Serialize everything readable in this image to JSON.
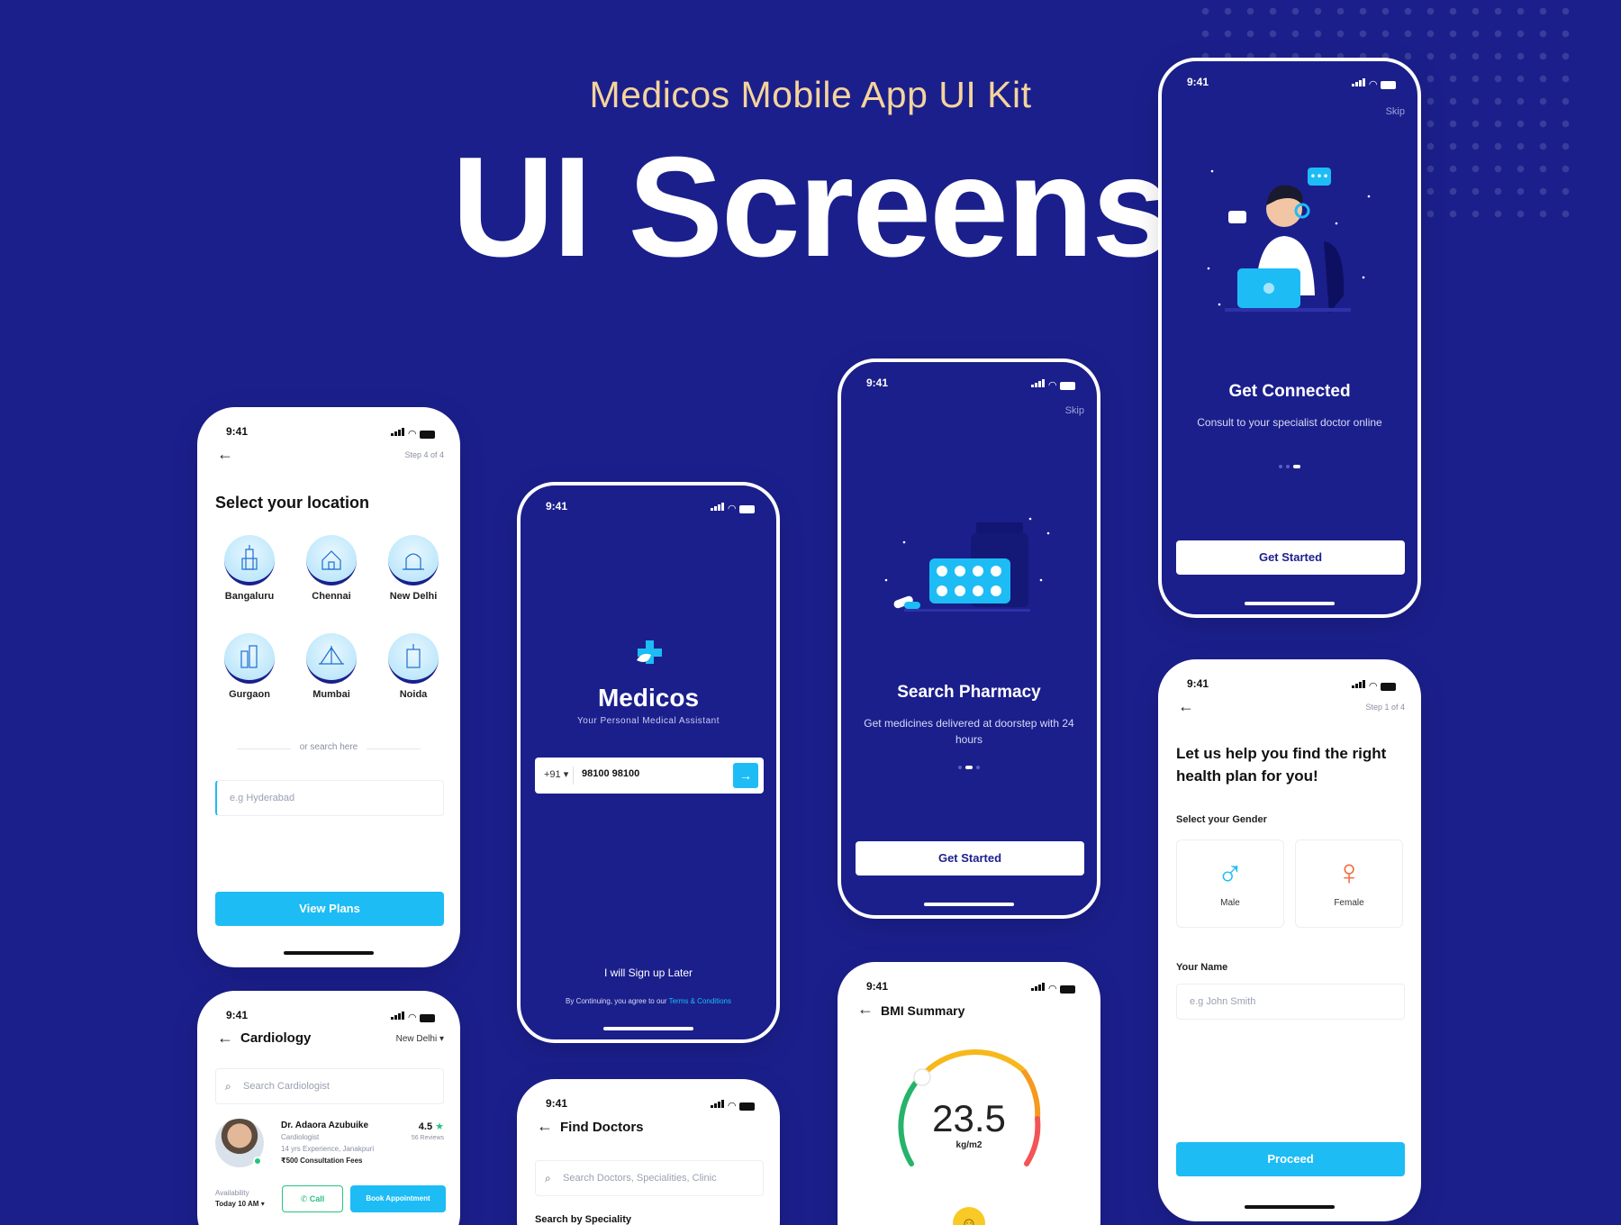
{
  "header": {
    "subtitle": "Medicos Mobile App UI Kit",
    "title": "UI Screens"
  },
  "colors": {
    "background": "#1b1f8c",
    "accent": "#1dbcf5",
    "subtitle": "#f5d49c",
    "male": "#1dbcf5",
    "female": "#f26a3d"
  },
  "status_time": "9:41",
  "location_screen": {
    "step": "Step 4 of 4",
    "heading": "Select your location",
    "cities": [
      "Bangaluru",
      "Chennai",
      "New Delhi",
      "Gurgaon",
      "Mumbai",
      "Noida"
    ],
    "divider_text": "or search here",
    "search_placeholder": "e.g Hyderabad",
    "button": "View Plans"
  },
  "cardiology_screen": {
    "title": "Cardiology",
    "city": "New Delhi",
    "search_placeholder": "Search Cardiologist",
    "doctor": {
      "name": "Dr. Adaora Azubuike",
      "speciality": "Cardiologist",
      "experience": "14 yrs Experience, Janakpuri",
      "fees": "₹500 Consultation Fees",
      "rating": "4.5",
      "reviews": "56 Reviews",
      "availability_label": "Availability",
      "availability_value": "Today 10 AM"
    },
    "call_button": "Call",
    "book_button": "Book Appointment"
  },
  "login_screen": {
    "brand": "Medicos",
    "tagline": "Your Personal Medical Assistant",
    "country_code": "+91",
    "phone": "98100 98100",
    "later": "I will Sign up Later",
    "terms_prefix": "By Continuing, you agree to our ",
    "terms_link": "Terms & Conditions"
  },
  "find_doctors_screen": {
    "title": "Find Doctors",
    "search_placeholder": "Search Doctors, Specialities, Clinic",
    "section": "Search by Speciality"
  },
  "pharmacy_screen": {
    "skip": "Skip",
    "heading": "Search Pharmacy",
    "body": "Get medicines delivered at doorstep with 24 hours",
    "button": "Get Started"
  },
  "bmi_screen": {
    "title": "BMI Summary",
    "value": "23.5",
    "unit": "kg/m2"
  },
  "connected_screen": {
    "skip": "Skip",
    "heading": "Get Connected",
    "body": "Consult to your specialist doctor online",
    "button": "Get Started"
  },
  "health_plan_screen": {
    "step": "Step 1 of 4",
    "heading": "Let us help you find the right health plan for you!",
    "gender_label": "Select your Gender",
    "male": "Male",
    "female": "Female",
    "name_label": "Your Name",
    "name_placeholder": "e.g John Smith",
    "button": "Proceed"
  }
}
